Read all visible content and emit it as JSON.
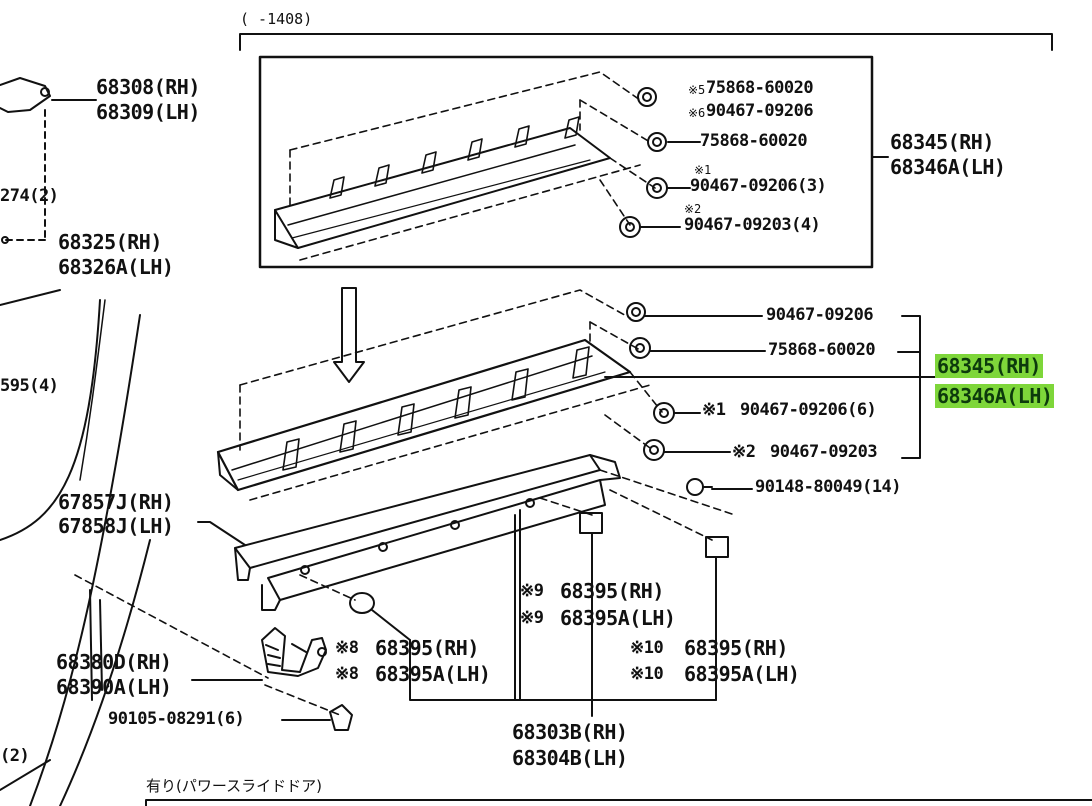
{
  "colors": {
    "line": "#111111",
    "highlight": "#7ed63a",
    "background": "#ffffff"
  },
  "top_bracket_label": "(    -1408)",
  "inset": {
    "parts": [
      {
        "note": "※5",
        "code": "75868-60020"
      },
      {
        "note": "※6",
        "code": "90467-09206"
      },
      {
        "note": "",
        "code": "75868-60020"
      },
      {
        "note": "※1",
        "code": "90467-09206(3)"
      },
      {
        "note": "※2",
        "code": "90467-09203(4)"
      }
    ],
    "assembly": [
      "68345(RH)",
      "68346A(LH)"
    ]
  },
  "left_parts": {
    "p68308": [
      "68308(RH)",
      "68309(LH)"
    ],
    "p274": "274(2)",
    "p68325": [
      "68325(RH)",
      "68326A(LH)"
    ],
    "p595": "595(4)",
    "p67857": [
      "67857J(RH)",
      "67858J(LH)"
    ],
    "p68380": [
      "68380D(RH)",
      "68390A(LH)"
    ],
    "p90105": "90105-08291(6)",
    "p2": "(2)"
  },
  "main_parts": {
    "p90467_09206": "90467-09206",
    "p75868": "75868-60020",
    "assembly_highlight": [
      "68345(RH)",
      "68346A(LH)"
    ],
    "note1": "※1",
    "p90467_09206_6": "90467-09206(6)",
    "note2": "※2",
    "p90467_09203": "90467-09203",
    "p90148": "90148-80049(14)"
  },
  "clips": [
    {
      "note": "※9",
      "rh": "68395(RH)",
      "lh": "68395A(LH)"
    },
    {
      "note": "※8",
      "rh": "68395(RH)",
      "lh": "68395A(LH)"
    },
    {
      "note": "※10",
      "rh": "68395(RH)",
      "lh": "68395A(LH)"
    }
  ],
  "bottom_assembly": [
    "68303B(RH)",
    "68304B(LH)"
  ],
  "footer_note": "有り(パワースライドドア)"
}
